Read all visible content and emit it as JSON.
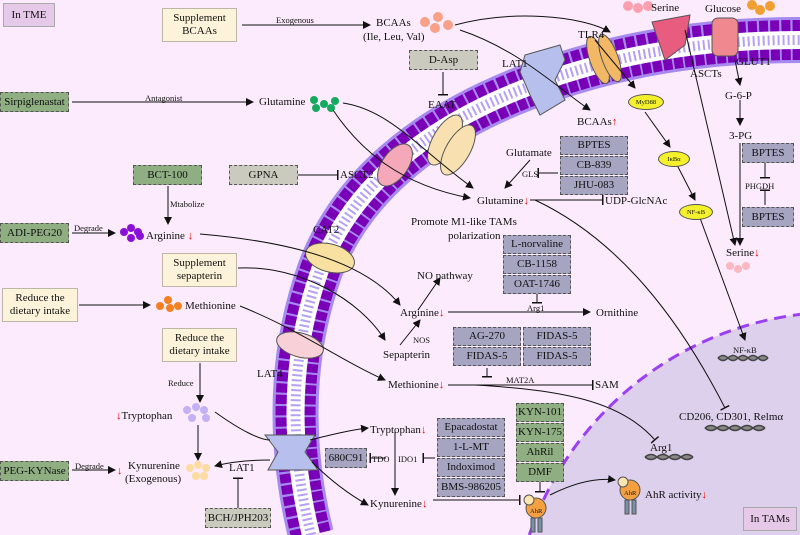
{
  "tags": {
    "tme": "In TME",
    "tams": "In TAMs"
  },
  "boxes": {
    "supplement_bcaas": "Supplement BCAAs",
    "sirpiglenastat": "Sirpiglenastat",
    "d_asp": "D-Asp",
    "bct100": "BCT-100",
    "gpna": "GPNA",
    "adi_peg20": "ADI-PEG20",
    "supplement_sepapterin": "Supplement sepapterin",
    "reduce1": "Reduce the dietary intake",
    "reduce2": "Reduce the dietary intake",
    "peg_kynase": "PEG-KYNase",
    "bch": "BCH/JPH203",
    "c680": "680C91",
    "gls_inhib": [
      "BPTES",
      "CB-839",
      "JHU-083"
    ],
    "phgdh_inhib": [
      "BPTES",
      "BPTES"
    ],
    "arg1_inhib": [
      "L-norvaline",
      "CB-1158",
      "OAT-1746"
    ],
    "mat2a_inhib": [
      "AG-270",
      "FIDAS-5",
      "FIDAS-5",
      "FIDAS-5"
    ],
    "ido_inhib": [
      "Epacadostat",
      "1-L-MT",
      "Indoximod",
      "BMS-986205"
    ],
    "ahr_inhib": [
      "KYN-101",
      "KYN-175",
      "AhRil",
      "DMF"
    ]
  },
  "labels": {
    "exogenous": "Exogenous",
    "bcaas": "BCAAs",
    "bcaas_sub": "(Ile, Leu, Val)",
    "antagonist": "Antagonist",
    "glutamine_out": "Glutamine",
    "eaat": "EAAT",
    "lat1_top": "LAT1",
    "tlr4": "TLR4",
    "serine_out": "Serine",
    "glucose": "Glucose",
    "ascts": "ASCTs",
    "glut1": "GLUT1",
    "g6p": "G-6-P",
    "pg3": "3-PG",
    "phgdh": "PHGDH",
    "serine_in": "Serine",
    "myd88": "MyD88",
    "ikba": "IκBα",
    "nfkb1": "NF-κB",
    "bcaas_in": "BCAAs",
    "glutamate": "Glutamate",
    "gls": "GLS",
    "glutamine_in": "Glutamine",
    "udp": "UDP-GlcNAc",
    "asct2": "ASCT2",
    "mtabolize": "Mtabolize",
    "degrade1": "Degrade",
    "arginine_out": "Arginine",
    "cat2": "CAT2",
    "promote": "Promote M1-like TAMs",
    "polarization": "polarization",
    "no_pathway": "NO pathway",
    "arginine_in": "Arginine",
    "arg1_small": "Arg1",
    "ornithine": "Ornithine",
    "nos": "NOS",
    "sepapterin": "Sepapterin",
    "methionine_out": "Methionine",
    "mat2a": "MAT2A",
    "methionine_in": "Methionine",
    "sam": "SAM",
    "reduce": "Reduce",
    "lat4": "LAT4",
    "tryptophan_out": "Tryptophan",
    "tryptophan_in": "Tryptophan",
    "tdo": "TDO",
    "ido1": "IDO1",
    "kynurenine_out": "Kynurenine",
    "kynurenine_out2": "(Exogenous)",
    "degrade2": "Degrade",
    "lat1_bottom": "LAT1",
    "kynurenine_in": "Kynurenine",
    "cd206": "CD206, CD301, Relmα",
    "arg1_gene": "Arg1",
    "nfkb2": "NF-κB",
    "ahr_activity": "AhR activity",
    "ahr": "AhR"
  },
  "colors": {
    "background": "#fcebfc",
    "membrane": "#7a00b8",
    "tam_region": "#ddd0ec",
    "green_box": "#8fae82",
    "purple_box": "#a5a5c2",
    "down_arrow": "#e00000"
  }
}
